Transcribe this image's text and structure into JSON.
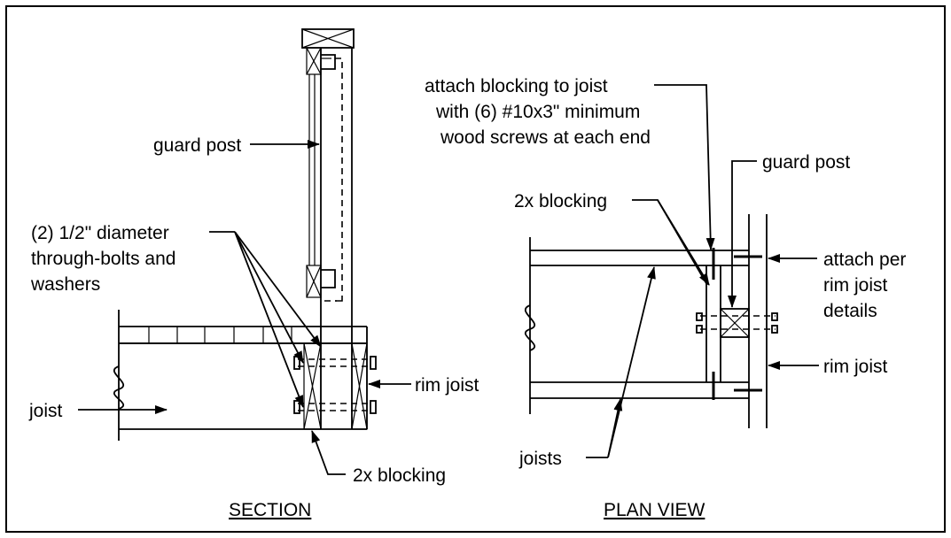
{
  "section": {
    "title": "SECTION",
    "guard_post_label": "guard post",
    "bolts_label_lines": [
      "(2) 1/2\" diameter",
      "through-bolts and",
      "washers"
    ],
    "joist_label": "joist",
    "rim_joist_label": "rim joist",
    "blocking_label": "2x blocking"
  },
  "plan": {
    "title": "PLAN VIEW",
    "attach_blocking_lines": [
      "attach blocking to joist",
      "with (6) #10x3\" minimum",
      "wood screws at each end"
    ],
    "guard_post_label": "guard post",
    "blocking_label": "2x blocking",
    "attach_per_lines": [
      "attach per",
      "rim joist",
      "details"
    ],
    "rim_joist_label": "rim joist",
    "joists_label": "joists"
  }
}
